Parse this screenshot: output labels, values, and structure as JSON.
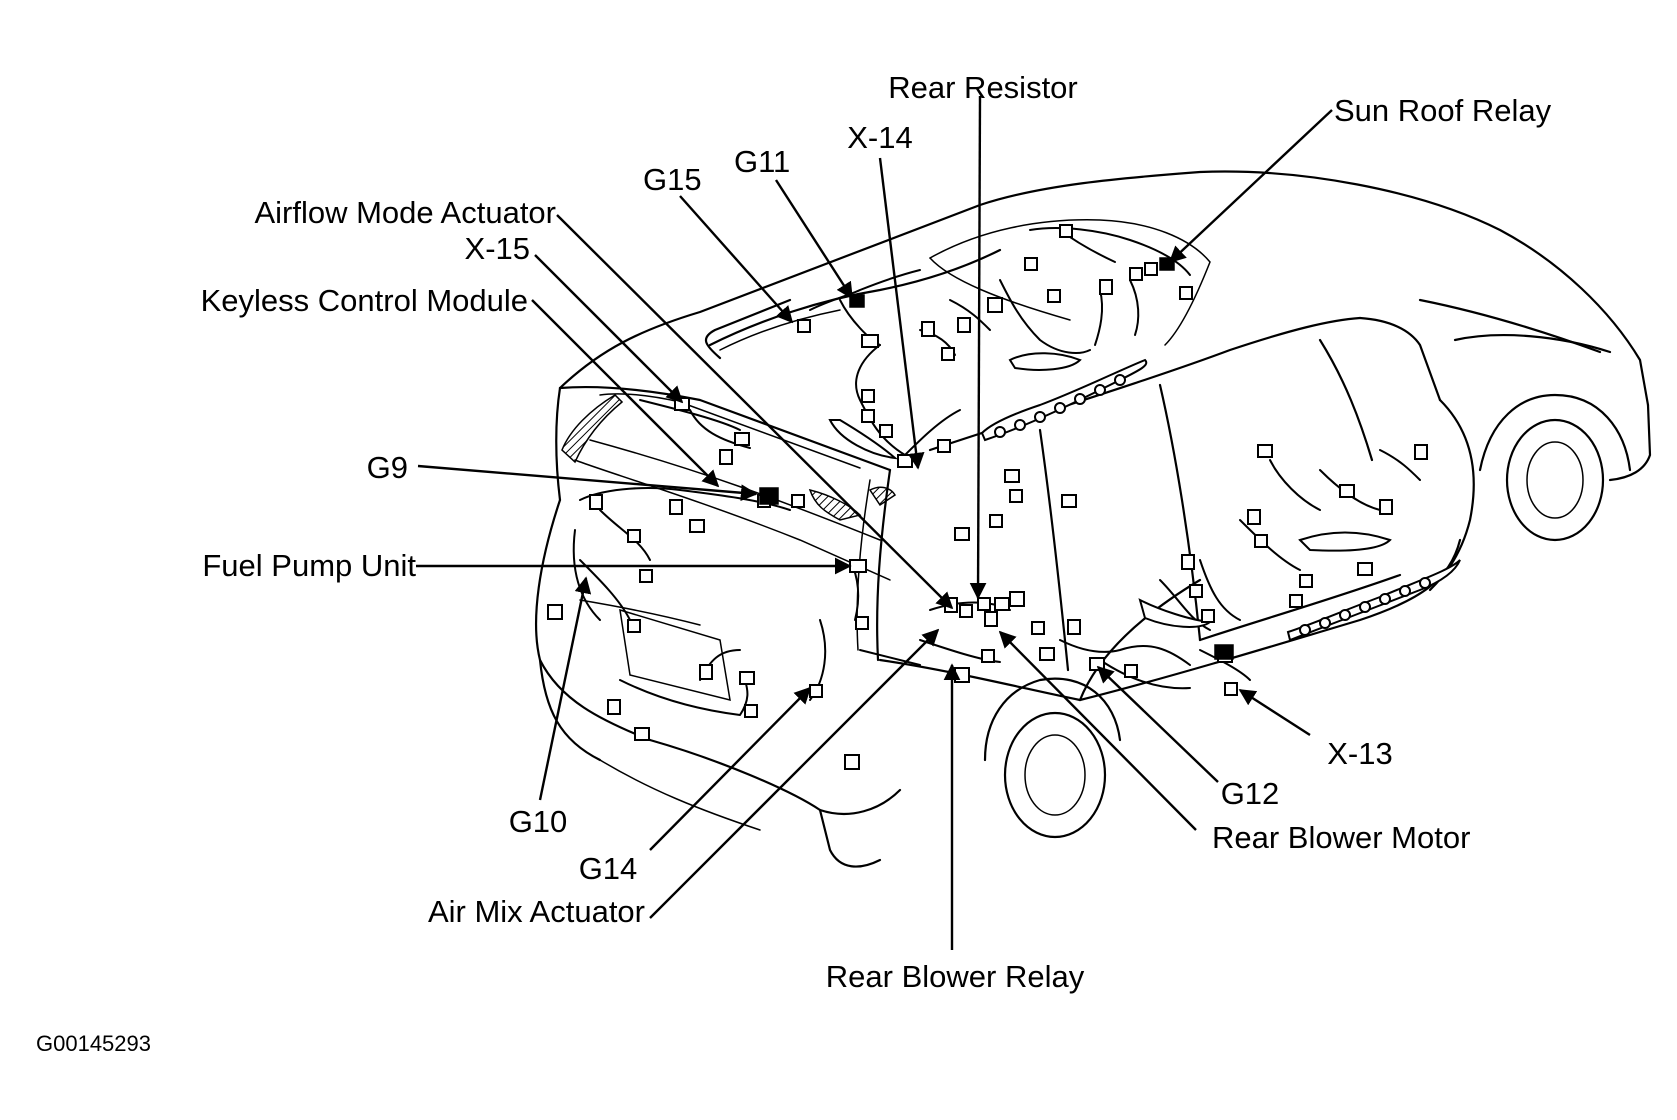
{
  "figure_id": "G00145293",
  "labels": {
    "rear_resistor": "Rear Resistor",
    "sun_roof_relay": "Sun Roof Relay",
    "x14": "X-14",
    "g11": "G11",
    "g15": "G15",
    "airflow_mode_actuator": "Airflow Mode Actuator",
    "x15": "X-15",
    "keyless_control_module": "Keyless Control Module",
    "g9": "G9",
    "fuel_pump_unit": "Fuel Pump Unit",
    "g10": "G10",
    "g14": "G14",
    "air_mix_actuator": "Air Mix Actuator",
    "rear_blower_relay": "Rear Blower Relay",
    "rear_blower_motor": "Rear Blower Motor",
    "g12": "G12",
    "x13": "X-13"
  }
}
